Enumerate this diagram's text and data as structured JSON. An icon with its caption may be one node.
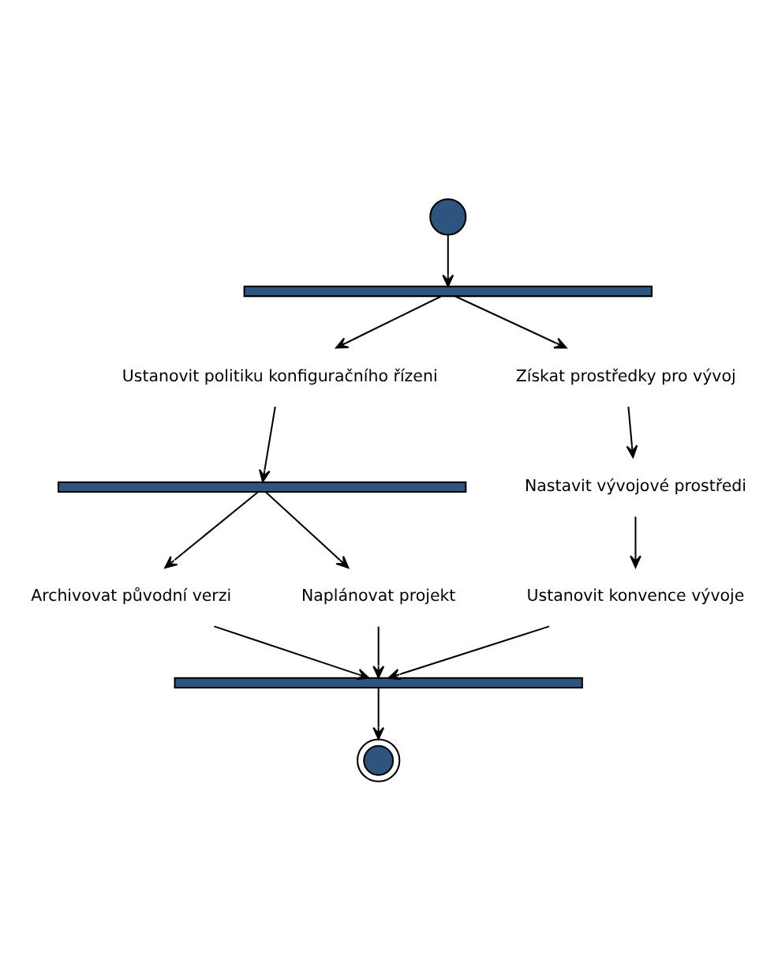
{
  "diagram": {
    "nodes": [
      {
        "text": [],
        "shape": "circle"
      },
      {
        "text": [],
        "shape": "bar"
      },
      {
        "text": [
          "Ustanovit politiku konfiguračního řízeni"
        ]
      },
      {
        "text": [
          "Získat prostředky pro vývoj"
        ]
      },
      {
        "text": [],
        "shape": "bar"
      },
      {
        "text": [
          "Nastavit vývojové prostředi"
        ]
      },
      {
        "text": [
          "Archivovat původní verzi"
        ]
      },
      {
        "text": [
          "Naplánovat projekt"
        ]
      },
      {
        "text": [
          "Ustanovit konvence vývoje"
        ]
      },
      {
        "text": [],
        "shape": "bar"
      },
      {
        "text": [],
        "shape": "circle"
      }
    ],
    "edges": [
      {
        "from": 0,
        "to": 1,
        "arrow": "to"
      },
      {
        "from": 1,
        "to": 2,
        "arrow": "to"
      },
      {
        "from": 1,
        "to": 3,
        "arrow": "to"
      },
      {
        "from": 2,
        "to": 4,
        "arrow": "to"
      },
      {
        "from": 3,
        "to": 5,
        "arrow": "to"
      },
      {
        "from": 4,
        "to": 6,
        "arrow": "to"
      },
      {
        "from": 4,
        "to": 7,
        "arrow": "to"
      },
      {
        "from": 5,
        "to": 8,
        "arrow": "to"
      },
      {
        "from": 6,
        "to": 9,
        "arrow": "to"
      },
      {
        "from": 7,
        "to": 9,
        "arrow": "to"
      },
      {
        "from": 8,
        "to": 9,
        "arrow": "to"
      },
      {
        "from": 9,
        "to": 10,
        "arrow": "to"
      }
    ]
  }
}
